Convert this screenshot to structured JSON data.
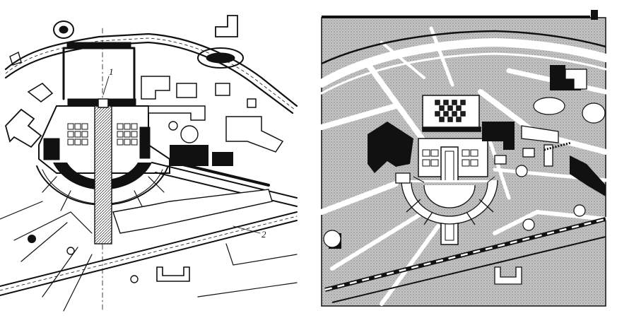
{
  "figure": {
    "left_panel": {
      "callouts": [
        {
          "id": "marker-1",
          "text": "1"
        },
        {
          "id": "marker-2",
          "text": "2"
        }
      ]
    },
    "right_panel": {}
  },
  "colors": {
    "ink": "#111111",
    "paper": "#ffffff",
    "block_fill": "#b9b9b9",
    "dot": "#8a8a8a"
  }
}
